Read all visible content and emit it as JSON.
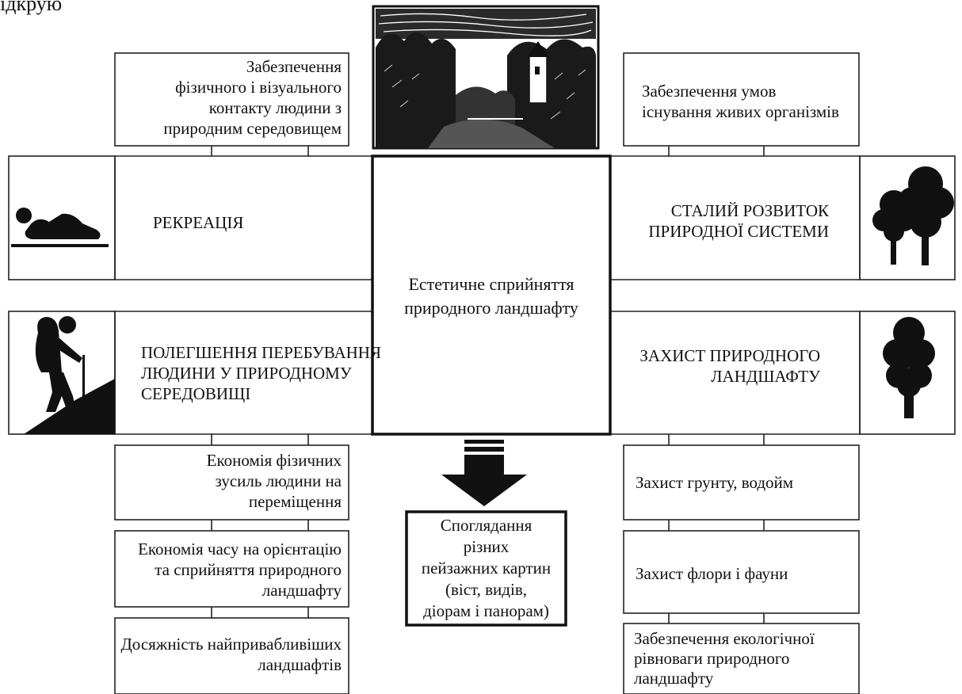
{
  "top_cut_text": "ідкрую",
  "center": {
    "title_line1": "Естетичне сприйняття",
    "title_line2": "природного ландшафту",
    "output_lines": [
      "Споглядання",
      "різних",
      "пейзажних картин",
      "(віст, видів,",
      "діорам і панорам)"
    ]
  },
  "left": {
    "top_box_lines": [
      "Забезпечення",
      "фізичного і візуального",
      "контакту людини з",
      "природним середовищем"
    ],
    "arrow1_label": "РЕКРЕАЦІЯ",
    "arrow2_lines": [
      "ПОЛЕГШЕННЯ ПЕРЕБУВАННЯ",
      "ЛЮДИНИ У ПРИРОДНОМУ",
      "СЕРЕДОВИЩІ"
    ],
    "bottom_boxes": [
      [
        "Економія фізичних",
        "зусиль людини на",
        "переміщення"
      ],
      [
        "Економія часу на орієнтацію",
        "та сприйняття природного",
        "ландшафту"
      ],
      [
        "Досяжність найпривабливіших",
        "ландшафтів"
      ]
    ]
  },
  "right": {
    "top_box_lines": [
      "Забезпечення умов",
      "існування живих організмів"
    ],
    "arrow1_lines": [
      "СТАЛИЙ РОЗВИТОК",
      "ПРИРОДНОЇ СИСТЕМИ"
    ],
    "arrow2_lines": [
      "ЗАХИСТ ПРИРОДНОГО",
      "ЛАНДШАФТУ"
    ],
    "bottom_boxes": [
      [
        "Захист грунту, водойм"
      ],
      [
        "Захист флори і фауни"
      ],
      [
        "Забезпечення екологічної",
        "рівноваги природного",
        "ландшафту"
      ]
    ]
  },
  "icons": {
    "left_top": "resting-person-icon",
    "left_bottom": "hiker-icon",
    "right_top": "two-trees-icon",
    "right_bottom": "tree-icon",
    "center_picture": "landscape-picture"
  }
}
